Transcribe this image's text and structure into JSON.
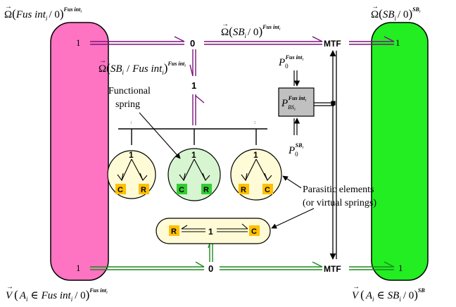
{
  "colors": {
    "left_bar": "#ff73c3",
    "right_bar": "#22ee22",
    "bond": "#7a137a",
    "bond_green": "#1b8a1b",
    "c_tile": "#ffc000",
    "green_tile": "#33cc33",
    "circle_fill": "#fffbd6",
    "circle_fill_green": "#d6f5d0",
    "capsule_fill": "#fffbd6",
    "box_fill": "#c0c0c0"
  },
  "labels": {
    "omega_fus_prefix": "Ω",
    "omega_fus_arg": "Fus int",
    "omega_fus_sub": "i",
    "omega_fus_den": "/ 0",
    "omega_fus_sup": "Fus int",
    "omega_fus_sup_sub": "i",
    "omega_sb_top_prefix": "Ω",
    "omega_sb_top_arg": "SB",
    "omega_sb_top_sub": "i",
    "omega_sb_top_den": "/ 0",
    "omega_sb_top_sup": "Fus int",
    "omega_sb_top_sup_sub": "i",
    "omega_sb_right_prefix": "Ω",
    "omega_sb_right_arg": "SB",
    "omega_sb_right_sub": "i",
    "omega_sb_right_den": "/ 0",
    "omega_sb_right_sup": "SB",
    "omega_sb_right_sup_sub": "i",
    "omega_mid_prefix": "Ω",
    "omega_mid_arg1": "SB",
    "omega_mid_sub1": "i",
    "omega_mid_slash": "/",
    "omega_mid_arg2": "Fus int",
    "omega_mid_sub2": "i",
    "omega_mid_sup": "Fus int",
    "omega_mid_sup_sub": "i",
    "p0_top": "P",
    "p0_top_sub": "0",
    "p0_top_sup": "Fus int",
    "p0_top_sup_sub": "i",
    "p0_bot": "P",
    "p0_bot_sub": "0",
    "p0_bot_sup": "SB",
    "p0_bot_sup_sub": "i",
    "pbs": "P",
    "pbs_sub": "BS",
    "pbs_sub_sub": "i",
    "pbs_sup": "Fus int",
    "pbs_sup_sub": "i",
    "v_left_prefix": "V",
    "v_left_a": "A",
    "v_left_a_sub": "i",
    "v_left_in": "∈",
    "v_left_arg": "Fus int",
    "v_left_arg_sub": "i",
    "v_left_den": "/ 0",
    "v_left_sup": "Fus int",
    "v_left_sup_sub": "i",
    "v_right_prefix": "V",
    "v_right_a": "A",
    "v_right_a_sub": "i",
    "v_right_in": "∈",
    "v_right_arg": "SB",
    "v_right_arg_sub": "i",
    "v_right_den": "/ 0",
    "v_right_sup": "SB",
    "functional_spring_l1": "Functional",
    "functional_spring_l2": "spring",
    "parasitic_l1": "Parasitic elements",
    "parasitic_l2": "(or virtual springs)"
  },
  "junctions": {
    "top_zero": "0",
    "mid_one": "1",
    "bottom_zero": "0",
    "mtf_top": "MTF",
    "mtf_bottom": "MTF",
    "left_top_one": "1",
    "left_bottom_one": "1",
    "right_top_one": "1",
    "right_bottom_one": "1",
    "circle_left_one": "1",
    "circle_mid_one": "1",
    "circle_right_one": "1",
    "capsule_one": "1",
    "tick_left": "1",
    "tick_right": "2"
  },
  "elements": {
    "c": "C",
    "r": "R"
  }
}
